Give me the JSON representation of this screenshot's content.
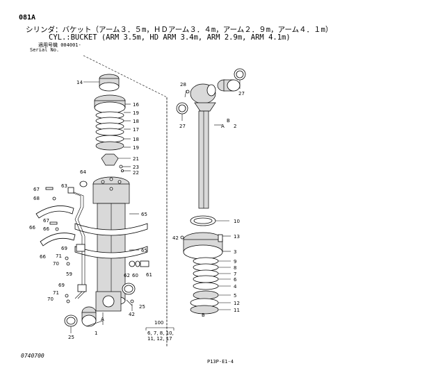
{
  "header": {
    "page_code": "081A",
    "title_jp": "シリンダ：バケット（アーム３．５m，ＨＤアーム３．４m，アーム２．９m，アーム４．１m）",
    "title_en": "CYL.:BUCKET (ARM 3.5m, HD ARM 3.4m, ARM 2.9m, ARM 4.1m)",
    "serial_jp": "適用号機 004001-",
    "serial_en": "Serial No."
  },
  "callouts": {
    "c14": "14",
    "c16": "16",
    "c19a": "19",
    "c18": "18",
    "c17": "17",
    "c18b": "18",
    "c19b": "19",
    "c21": "21",
    "c23": "23",
    "c22": "22",
    "c64": "64",
    "c63": "63",
    "c67a": "67",
    "c68": "68",
    "c65a": "65",
    "c66a": "66",
    "c67b": "67",
    "c66b": "66",
    "c69a": "69",
    "c71a": "71",
    "c70a": "70",
    "c65b": "65",
    "c66c": "66",
    "c59": "59",
    "c62": "62",
    "c60": "60",
    "c61": "61",
    "c69b": "69",
    "c71b": "71",
    "c70b": "70",
    "c25a": "25",
    "c25b": "25",
    "c42a": "42",
    "c1": "1",
    "c28": "28",
    "c27a": "27",
    "c27b": "27",
    "c2": "2",
    "c10": "10",
    "c13": "13",
    "c42b": "42",
    "c3": "3",
    "c9": "9",
    "c8": "8",
    "c7": "7",
    "c6": "6",
    "c4": "4",
    "c5": "5",
    "c12": "12",
    "c11": "11",
    "c100": "100",
    "A1": "A",
    "A2": "A",
    "B1": "B",
    "B2": "B"
  },
  "kit": {
    "number": "100",
    "line1": "6, 7, 8, 10,",
    "line2": "11, 12, 17"
  },
  "footer": {
    "left": "0740700",
    "right": "P13P-E1-4"
  }
}
